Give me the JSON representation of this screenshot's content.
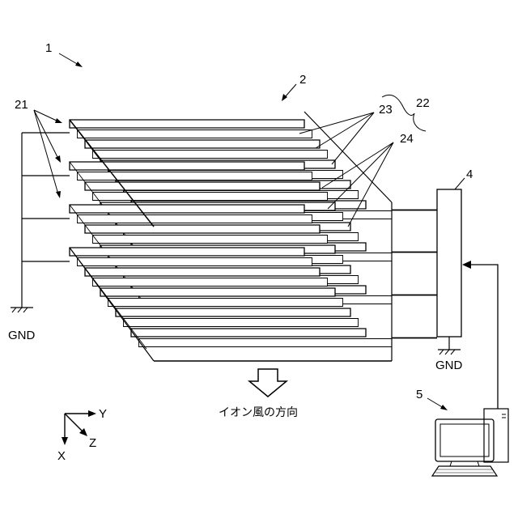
{
  "labels": {
    "device": "1",
    "electrode_stack": "2",
    "grounded_plates": "21",
    "electrode_pair": "22",
    "plate_23": "23",
    "plate_24": "24",
    "power_supply": "4",
    "computer": "5",
    "gnd_left": "GND",
    "gnd_right": "GND",
    "ion_wind_direction": "イオン風の方向",
    "axis_x": "X",
    "axis_y": "Y",
    "axis_z": "Z"
  },
  "icons": [
    "down-arrow-icon",
    "ground-symbol-icon",
    "computer-icon",
    "axis-triad-icon"
  ]
}
